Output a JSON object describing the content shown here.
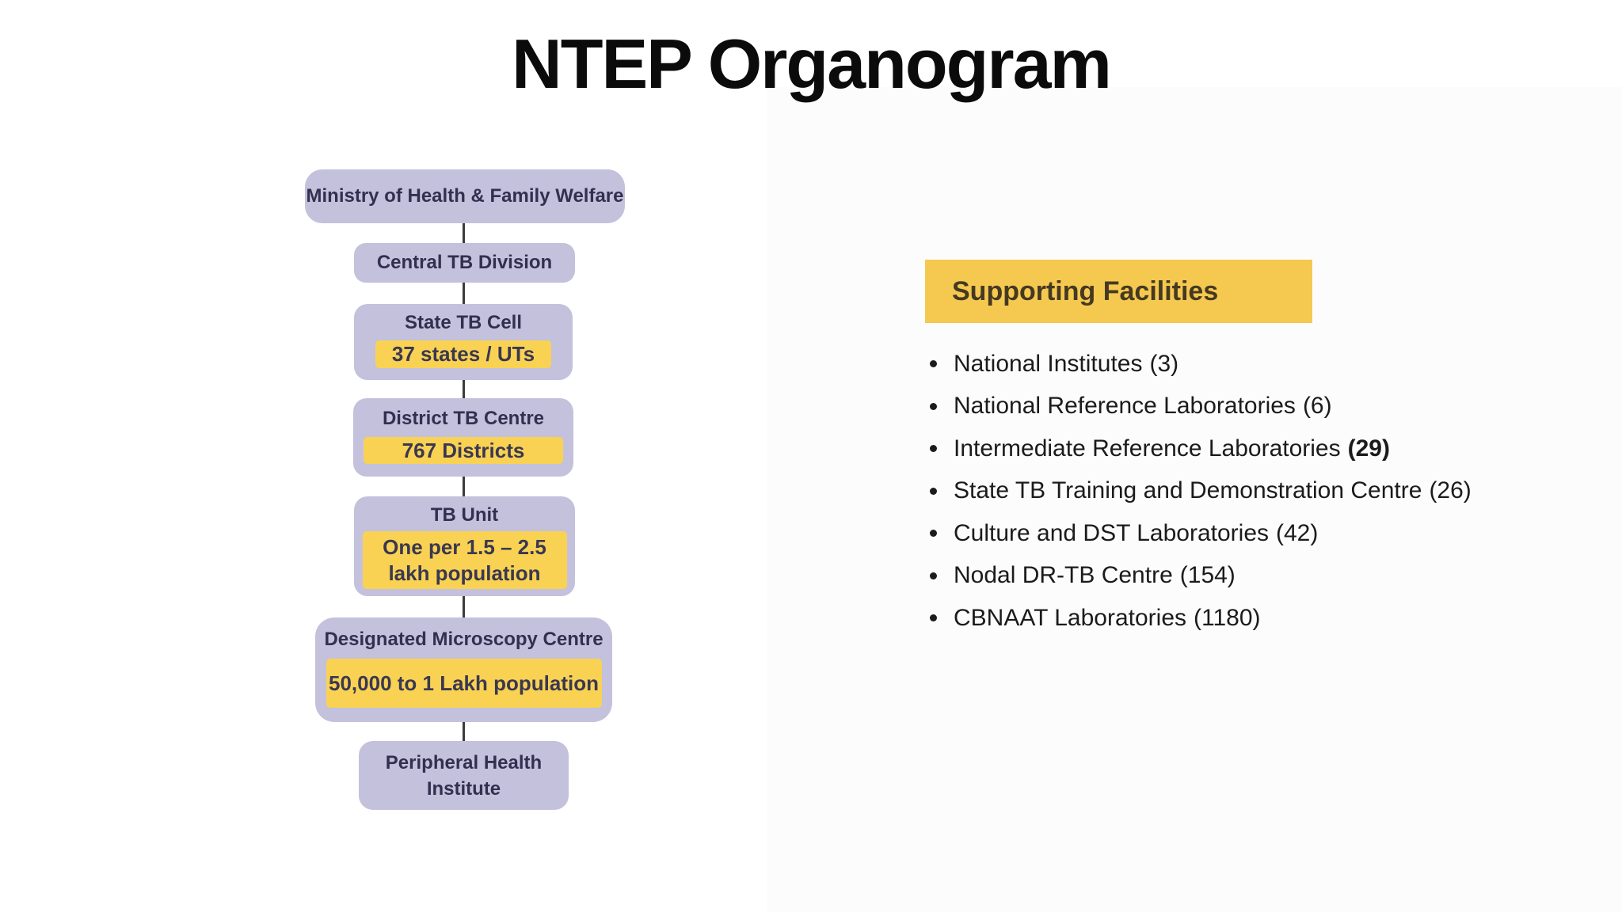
{
  "title": "NTEP Organogram",
  "colors": {
    "node_fill": "#c3c1dc",
    "node_sub_fill": "#f9d254",
    "header_fill": "#f5c94f",
    "node_text": "#32304f",
    "list_text": "#1b1b1b",
    "connector": "#3b3b3b"
  },
  "orgchart": {
    "nodes": [
      {
        "label": "Ministry of Health & Family Welfare"
      },
      {
        "label": "Central TB Division"
      },
      {
        "label": "State TB Cell",
        "sub": "37 states / UTs"
      },
      {
        "label": "District TB Centre",
        "sub": "767 Districts"
      },
      {
        "label": "TB Unit",
        "sub": "One per 1.5 – 2.5 lakh population"
      },
      {
        "label": "Designated Microscopy Centre",
        "sub": "50,000 to 1 Lakh population"
      },
      {
        "label": "Peripheral Health Institute"
      }
    ]
  },
  "supporting": {
    "heading": "Supporting Facilities",
    "items": [
      {
        "label": "National Institutes",
        "count": "(3)"
      },
      {
        "label": "National Reference Laboratories",
        "count": "(6)"
      },
      {
        "label": "Intermediate Reference Laboratories",
        "count": "(29)"
      },
      {
        "label": "State TB Training and Demonstration Centre",
        "count": "(26)"
      },
      {
        "label": "Culture and DST Laboratories",
        "count": "(42)"
      },
      {
        "label": "Nodal DR-TB Centre",
        "count": "(154)"
      },
      {
        "label": "CBNAAT Laboratories",
        "count": "(1180)"
      }
    ]
  }
}
